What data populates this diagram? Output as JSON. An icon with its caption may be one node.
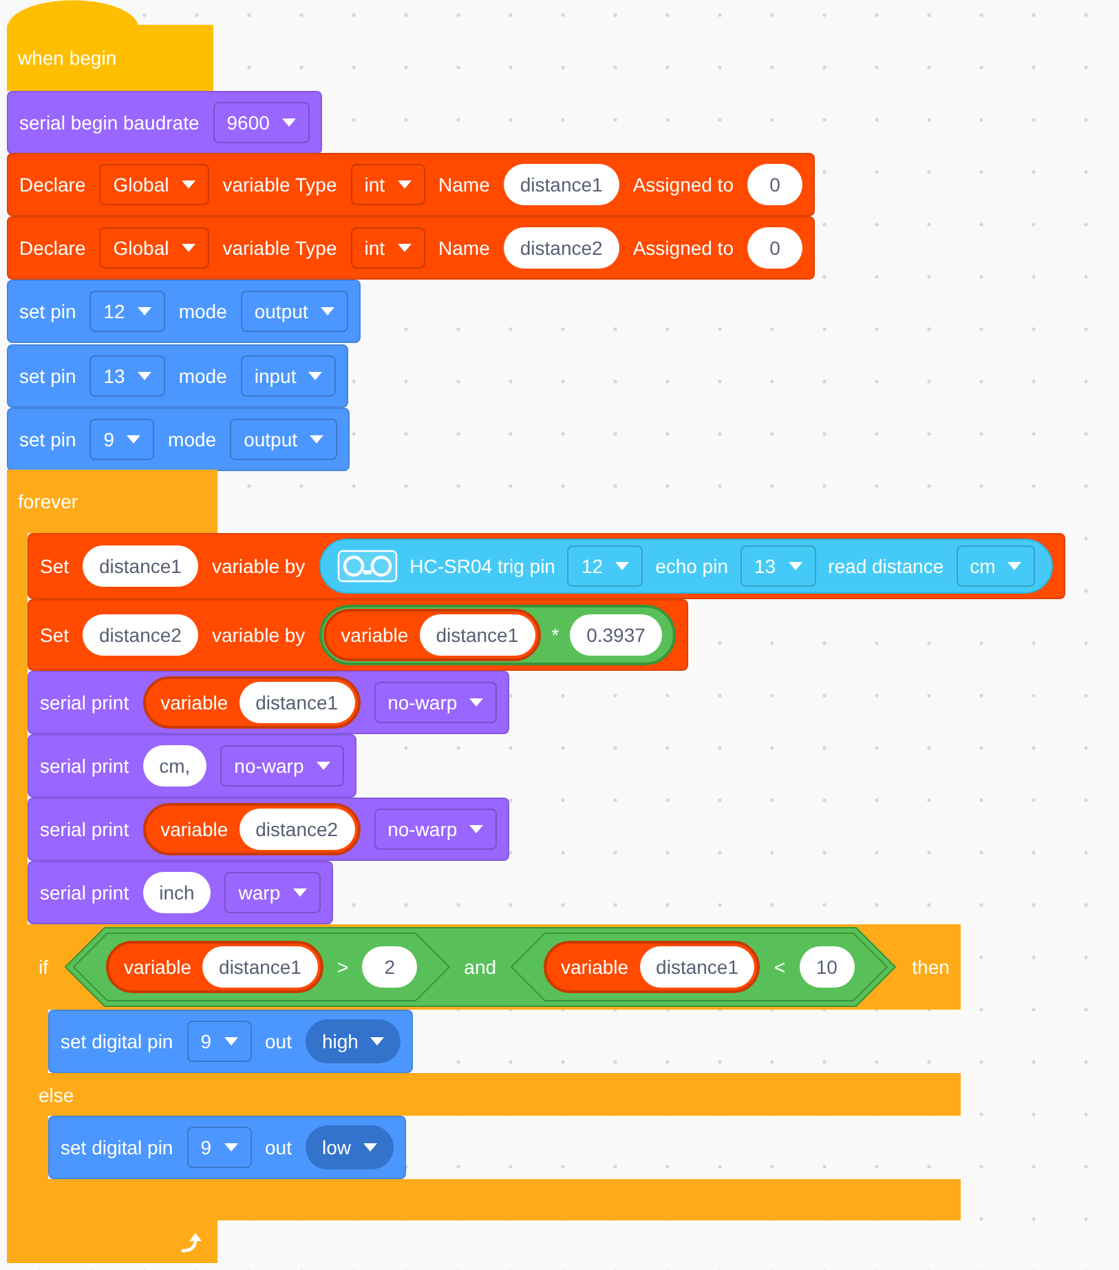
{
  "diagram": {
    "nodes": [
      {
        "text": [
          "when begin"
        ]
      },
      {
        "text": [
          "serial begin baudrate"
        ]
      },
      {
        "text": [
          "9600"
        ],
        "in": 1
      },
      {
        "text": [
          "Declare",
          "variable Type",
          "Name",
          "Assigned to"
        ]
      },
      {
        "text": [
          "Global"
        ],
        "in": 3
      },
      {
        "text": [
          "int"
        ],
        "in": 3
      },
      {
        "text": [
          "distance1"
        ],
        "in": 3
      },
      {
        "text": [
          "0"
        ],
        "in": 3
      },
      {
        "text": [
          "Declare",
          "variable Type",
          "Name",
          "Assigned to"
        ]
      },
      {
        "text": [
          "Global"
        ],
        "in": 8
      },
      {
        "text": [
          "int"
        ],
        "in": 8
      },
      {
        "text": [
          "distance2"
        ],
        "in": 8
      },
      {
        "text": [
          "0"
        ],
        "in": 8
      },
      {
        "text": [
          "set pin",
          "mode"
        ]
      },
      {
        "text": [
          "12"
        ],
        "in": 13
      },
      {
        "text": [
          "output"
        ],
        "in": 13
      },
      {
        "text": [
          "set pin",
          "mode"
        ]
      },
      {
        "text": [
          "13"
        ],
        "in": 16
      },
      {
        "text": [
          "input"
        ],
        "in": 16
      },
      {
        "text": [
          "set pin",
          "mode"
        ]
      },
      {
        "text": [
          "9"
        ],
        "in": 19
      },
      {
        "text": [
          "output"
        ],
        "in": 19
      },
      {
        "text": [
          "forever"
        ]
      },
      {
        "text": [
          "Set",
          "variable by"
        ],
        "in": 22
      },
      {
        "text": [
          "distance1"
        ],
        "in": 23
      },
      {
        "text": [
          "HC-SR04 trig pin",
          "echo pin",
          "read distance"
        ],
        "in": 23
      },
      {
        "text": [
          "12"
        ],
        "in": 25
      },
      {
        "text": [
          "13"
        ],
        "in": 25
      },
      {
        "text": [
          "cm"
        ],
        "in": 25
      },
      {
        "text": [
          "Set",
          "variable by"
        ],
        "in": 22
      },
      {
        "text": [
          "distance2"
        ],
        "in": 29
      },
      {
        "text": [
          "*"
        ],
        "in": 29
      },
      {
        "text": [
          "variable"
        ],
        "in": 31
      },
      {
        "text": [
          "distance1"
        ],
        "in": 32
      },
      {
        "text": [
          "0.3937"
        ],
        "in": 31
      },
      {
        "text": [
          "serial print"
        ],
        "in": 22
      },
      {
        "text": [
          "variable"
        ],
        "in": 35
      },
      {
        "text": [
          "distance1"
        ],
        "in": 36
      },
      {
        "text": [
          "no-warp"
        ],
        "in": 35
      },
      {
        "text": [
          "serial print"
        ],
        "in": 22
      },
      {
        "text": [
          "cm,"
        ],
        "in": 39
      },
      {
        "text": [
          "no-warp"
        ],
        "in": 39
      },
      {
        "text": [
          "serial print"
        ],
        "in": 22
      },
      {
        "text": [
          "variable"
        ],
        "in": 42
      },
      {
        "text": [
          "distance2"
        ],
        "in": 43
      },
      {
        "text": [
          "no-warp"
        ],
        "in": 42
      },
      {
        "text": [
          "serial print"
        ],
        "in": 22
      },
      {
        "text": [
          "inch"
        ],
        "in": 46
      },
      {
        "text": [
          "warp"
        ],
        "in": 46
      },
      {
        "text": [
          "if",
          "then",
          "else"
        ],
        "in": 22
      },
      {
        "text": [
          "and"
        ],
        "in": 49
      },
      {
        "text": [
          ">"
        ],
        "in": 50
      },
      {
        "text": [
          "variable"
        ],
        "in": 51
      },
      {
        "text": [
          "distance1"
        ],
        "in": 52
      },
      {
        "text": [
          "2"
        ],
        "in": 51
      },
      {
        "text": [
          "<"
        ],
        "in": 50
      },
      {
        "text": [
          "variable"
        ],
        "in": 55
      },
      {
        "text": [
          "distance1"
        ],
        "in": 56
      },
      {
        "text": [
          "10"
        ],
        "in": 55
      },
      {
        "text": [
          "set digital pin",
          "out"
        ],
        "in": 49
      },
      {
        "text": [
          "9"
        ],
        "in": 59
      },
      {
        "text": [
          "high"
        ],
        "in": 59
      },
      {
        "text": [
          "set digital pin",
          "out"
        ],
        "in": 49
      },
      {
        "text": [
          "9"
        ],
        "in": 62
      },
      {
        "text": [
          "low"
        ],
        "in": 62
      }
    ]
  }
}
